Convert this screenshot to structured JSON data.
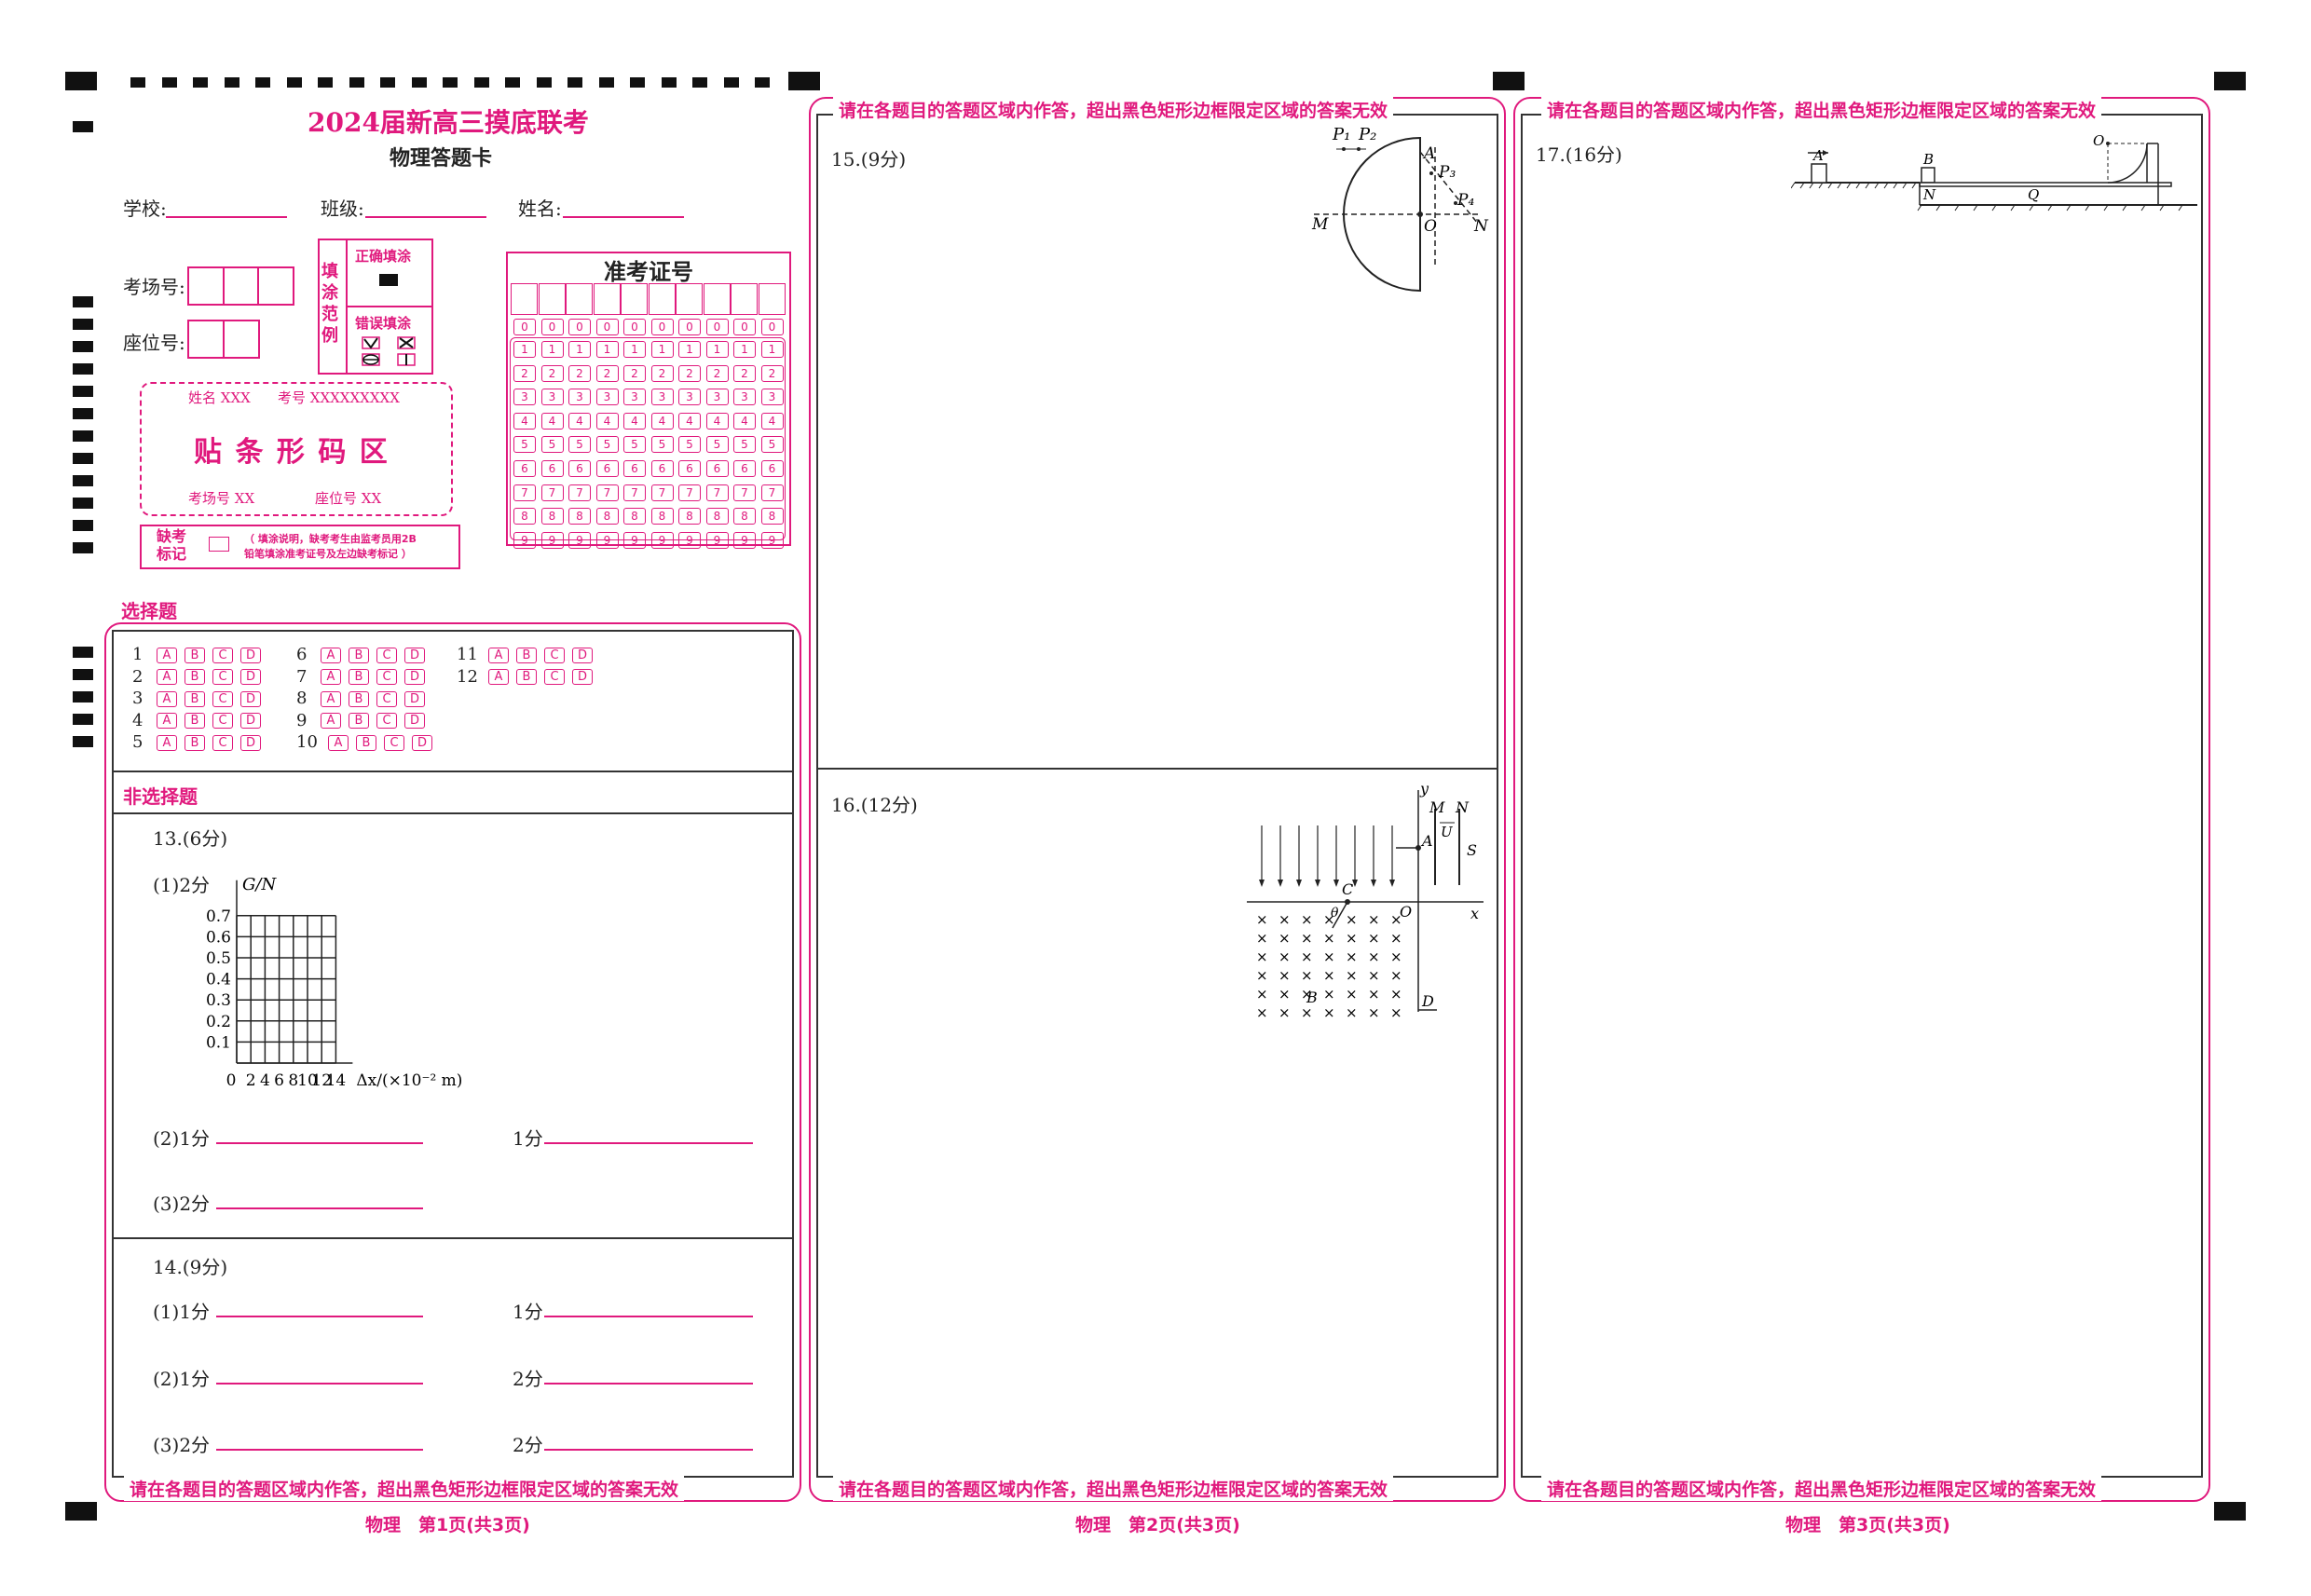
{
  "header": {
    "title": "2024届新高三摸底联考",
    "subtitle": "物理答题卡"
  },
  "info": {
    "school_label": "学校:",
    "class_label": "班级:",
    "name_label": "姓名:",
    "room_label": "考场号:",
    "seat_label": "座位号:"
  },
  "fill_example": {
    "side": "填涂范例",
    "correct": "正确填涂",
    "wrong": "错误填涂"
  },
  "barcode": {
    "name": "姓名 XXX",
    "examno": "考号 XXXXXXXXX",
    "title": "贴 条 形 码 区",
    "room": "考场号 XX",
    "seat": "座位号 XX"
  },
  "absent": {
    "label": "缺考标记",
    "note_line1": "（ 填涂说明，缺考考生由监考员用2B",
    "note_line2": "铅笔填涂准考证号及左边缺考标记 ）"
  },
  "exam_number": {
    "title": "准考证号",
    "digits": [
      "0",
      "1",
      "2",
      "3",
      "4",
      "5",
      "6",
      "7",
      "8",
      "9"
    ]
  },
  "choice": {
    "section_title": "选择题",
    "options": [
      "A",
      "B",
      "C",
      "D"
    ],
    "questions": [
      "1",
      "2",
      "3",
      "4",
      "5",
      "6",
      "7",
      "8",
      "9",
      "10",
      "11",
      "12"
    ]
  },
  "nonchoice": {
    "section_title": "非选择题",
    "q13": {
      "title": "13.(6分)",
      "p1": "(1)2分",
      "p2": "(2)1分",
      "p2b": "1分",
      "p3": "(3)2分"
    },
    "q14": {
      "title": "14.(9分)",
      "p1": "(1)1分",
      "p1b": "1分",
      "p2": "(2)1分",
      "p2b": "2分",
      "p3": "(3)2分",
      "p3b": "2分"
    }
  },
  "chart_data": {
    "type": "line",
    "ylabel": "G/N",
    "xlabel": "Δx/(×10⁻² m)",
    "y_ticks": [
      "0.1",
      "0.2",
      "0.3",
      "0.4",
      "0.5",
      "0.6",
      "0.7"
    ],
    "x_ticks": [
      "0",
      "2",
      "4",
      "6",
      "8",
      "10",
      "12",
      "14"
    ],
    "xlim": [
      0,
      14
    ],
    "ylim": [
      0,
      0.7
    ],
    "grid": true,
    "series": []
  },
  "q15": {
    "title": "15.(9分)",
    "labels": {
      "p1": "P₁",
      "p2": "P₂",
      "p3": "P₃",
      "p4": "P₄",
      "a": "A",
      "m": "M",
      "o": "O",
      "n": "N"
    }
  },
  "q16": {
    "title": "16.(12分)",
    "labels": {
      "y": "y",
      "x": "x",
      "m": "M",
      "n": "N",
      "u": "U",
      "s": "S",
      "a": "A",
      "c": "C",
      "o": "O",
      "theta": "θ",
      "b": "B",
      "d": "D"
    }
  },
  "q17": {
    "title": "17.(16分)",
    "labels": {
      "a": "A",
      "b": "B",
      "n": "N",
      "q": "Q",
      "o": "O"
    }
  },
  "warning": "请在各题目的答题区域内作答，超出黑色矩形边框限定区域的答案无效",
  "footers": [
    "物理　第1页(共3页)",
    "物理　第2页(共3页)",
    "物理　第3页(共3页)"
  ]
}
